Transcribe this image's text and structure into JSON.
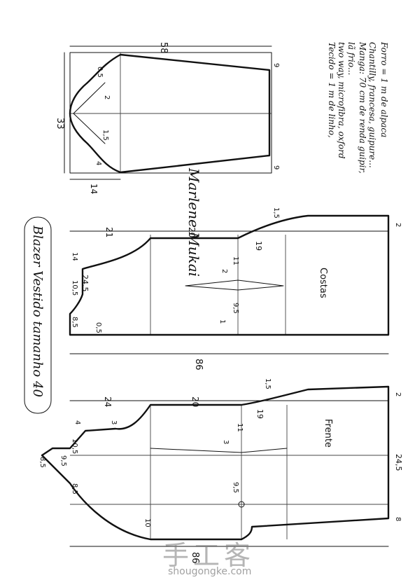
{
  "title": "Blazer Vestido tamanho 40",
  "sleeve": {
    "width": "58",
    "height": "33",
    "bottom": "14",
    "cap_points": [
      "0,5",
      "2",
      "1,5",
      "4"
    ],
    "edge_top": "9",
    "edge_bottom": "9"
  },
  "back": {
    "label": "Costas",
    "top_widths": [
      "21",
      "20"
    ],
    "length": "86",
    "neck": [
      "8,5",
      "0,5",
      "24,5",
      "10,5",
      "14"
    ],
    "waist": [
      "11",
      "9,5",
      "2",
      "19",
      "1"
    ],
    "hem": [
      "2",
      "1,5"
    ]
  },
  "front": {
    "label": "Frente",
    "top_widths": [
      "24",
      "20"
    ],
    "length": "86",
    "lapel": [
      "8,5",
      "9,5",
      "10,5",
      "4",
      "3",
      "8,5"
    ],
    "waist": [
      "11",
      "3",
      "9,5",
      "19",
      "24,5",
      "10"
    ],
    "hem": [
      "2",
      "1,5",
      "8"
    ]
  },
  "notes": [
    "Tecido = 1 m de linho,",
    "two way, microfibra, oxford",
    "lã frio...",
    "Manga: 70 cm de renda guipir,",
    "Chantilly, francesa, guipure...",
    "Forro = 1 m de alpaca"
  ],
  "signature": "Marlene Mukai",
  "watermark": {
    "cn": "手工客",
    "url": "shougongke.com"
  }
}
